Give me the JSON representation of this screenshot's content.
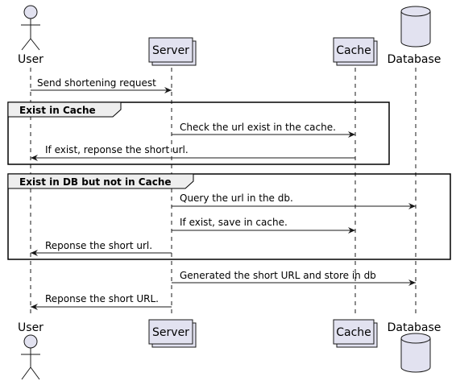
{
  "participants": {
    "user": "User",
    "server": "Server",
    "cache": "Cache",
    "database": "Database"
  },
  "fragments": [
    {
      "title": "Exist in Cache"
    },
    {
      "title": "Exist in DB but not in Cache"
    }
  ],
  "messages": [
    {
      "from": "user",
      "to": "server",
      "text": "Send shortening request"
    },
    {
      "from": "server",
      "to": "cache",
      "text": "Check the url exist in the cache."
    },
    {
      "from": "cache",
      "to": "user",
      "text": "If exist, reponse the short url."
    },
    {
      "from": "server",
      "to": "database",
      "text": "Query the url in the db."
    },
    {
      "from": "server",
      "to": "cache",
      "text": "If exist, save in cache."
    },
    {
      "from": "server",
      "to": "user",
      "text": "Reponse the short url."
    },
    {
      "from": "server",
      "to": "database",
      "text": "Generated the short URL and store in db"
    },
    {
      "from": "server",
      "to": "user",
      "text": "Reponse the short URL."
    }
  ],
  "colors": {
    "participant_fill": "#e2e2f0",
    "participant_stroke": "#181818",
    "fragment_header": "#eeeeee",
    "line": "#181818"
  }
}
